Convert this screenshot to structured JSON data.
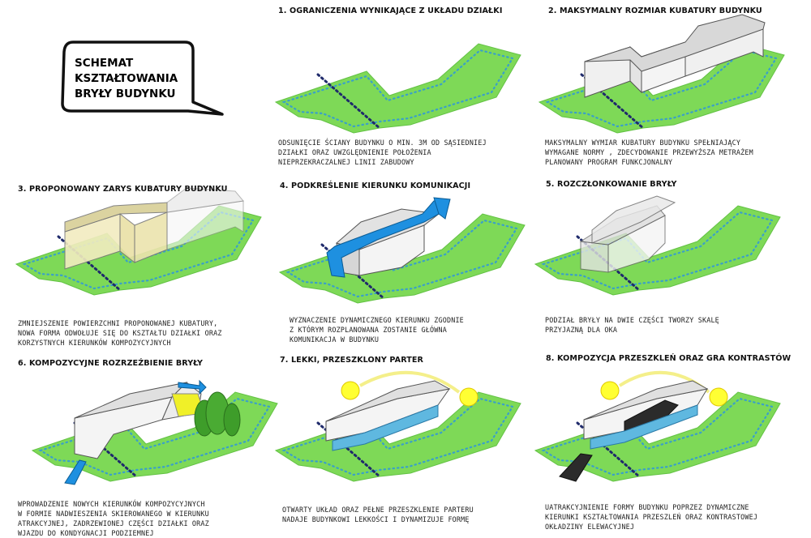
{
  "heading": {
    "lines": [
      "SCHEMAT",
      "KSZTAŁTOWANIA",
      "BRYŁY  BUDYNKU"
    ]
  },
  "panels": [
    {
      "id": 1,
      "title": "1. OGRANICZENIA WYNIKAJĄCE Z UKŁADU DZIAŁKI",
      "caption": "ODSUNIĘCIE ŚCIANY BUDYNKU O MIN. 3M OD SĄSIEDNIEJ\nDZIAŁKI ORAZ UWZGLĘDNIENIE POŁOŻENIA\nNIEPRZEKRACZALNEJ LINII ZABUDOWY"
    },
    {
      "id": 2,
      "title": "2. MAKSYMALNY ROZMIAR KUBATURY BUDYNKU",
      "caption": "MAKSYMALNY WYMIAR KUBATURY BUDYNKU SPEŁNIAJĄCY\nWYMAGANE NORMY , ZDECYDOWANIE PRZEWYŻSZA METRAŻEM\nPLANOWANY PROGRAM FUNKCJONALNY"
    },
    {
      "id": 3,
      "title": "3. PROPONOWANY ZARYS KUBATURY BUDYNKU",
      "caption": "ZMNIEJSZENIE POWIERZCHNI PROPONOWANEJ KUBATURY,\nNOWA FORMA ODWOŁUJE SIĘ DO KSZTAŁTU DZIAŁKI ORAZ\nKORZYSTNYCH KIERUNKÓW KOMPOZYCYJNYCH"
    },
    {
      "id": 4,
      "title": "4. PODKREŚLENIE KIERUNKU KOMUNIKACJI",
      "caption": "WYZNACZENIE DYNAMICZNEGO KIERUNKU ZGODNIE\nZ KTÓRYM ROZPLANOWANA ZOSTANIE GŁÓWNA\nKOMUNIKACJA W BUDYNKU"
    },
    {
      "id": 5,
      "title": "5. ROZCZŁONKOWANIE BRYŁY",
      "caption": "PODZIAŁ BRYŁY NA DWIE CZĘŚCI TWORZY SKALĘ\nPRZYJAZNĄ DLA OKA"
    },
    {
      "id": 6,
      "title": "6. KOMPOZYCYJNE ROZRZEŹBIENIE BRYŁY",
      "caption": "WPROWADZENIE NOWYCH KIERUNKÓW KOMPOZYCYJNYCH\nW FORMIE NADWIESZENIA SKIEROWANEGO W KIERUNKU\nATRAKCYJNEJ, ZADRZEWIONEJ CZĘŚCI DZIAŁKI ORAZ\nWJAZDU DO KONDYGNACJI PODZIEMNEJ"
    },
    {
      "id": 7,
      "title": "7. LEKKI, PRZESZKLONY PARTER",
      "caption": "OTWARTY UKŁAD ORAZ PEŁNE PRZESZKLENIE PARTERU\nNADAJE BUDYNKOWI LEKKOŚCI I DYNAMIZUJE FORMĘ"
    },
    {
      "id": 8,
      "title": "8. KOMPOZYCJA PRZESZKLEŃ ORAZ GRA KONTRASTÓW",
      "caption": "UATRAKCYJNIENIE FORMY BUDYNKU POPRZEZ DYNAMICZNE\nKIERUNKI KSZTAŁTOWANIA PRZESZLEŃ ORAZ KONTRASTOWEJ\nOKŁADZINY ELEWACYJNEJ"
    }
  ],
  "colors": {
    "site_green": "#7ed957",
    "site_edge": "#5cbf3a",
    "offset_dots": "#3aa0c8",
    "building_line_dots": "#1f2a6b",
    "volume_fill": "#f2f2f2",
    "volume_stroke": "#555555",
    "yellow_volume": "#e6dca2",
    "blue_accent": "#1e90e0",
    "sun": "#ffff33",
    "tree": "#3e9d2a",
    "dark_cladding": "#2b2b2b"
  },
  "icons": [
    "speech-bubble",
    "sun-icon",
    "tree-icon",
    "direction-arrow-icon"
  ]
}
